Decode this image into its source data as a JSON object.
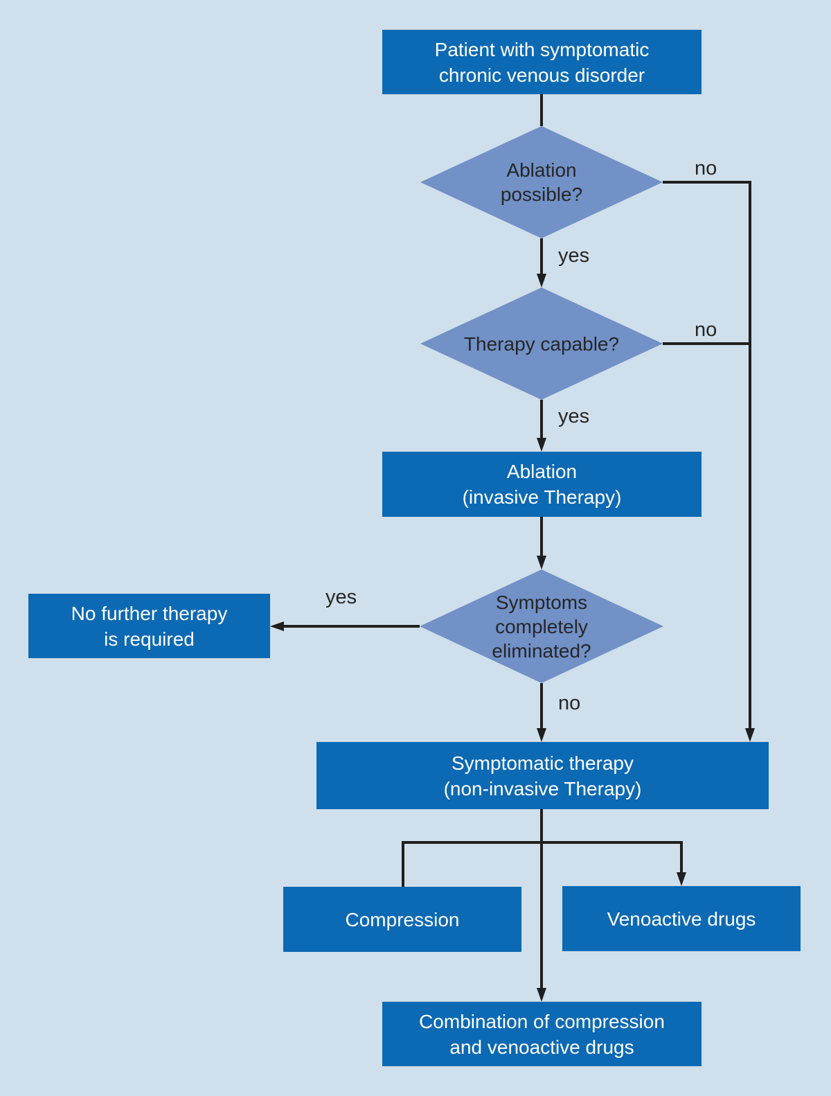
{
  "colors": {
    "background": "#cfdfeb",
    "box_fill": "#0c69b3",
    "box_text": "#ffffff",
    "diamond_fill": "#7191c7",
    "diamond_text": "#262626",
    "line": "#1f1f1f"
  },
  "nodes": {
    "patient": {
      "lines": [
        "Patient with symptomatic",
        "chronic venous disorder"
      ]
    },
    "ablation_possible": {
      "lines": [
        "Ablation",
        "possible?"
      ]
    },
    "therapy_capable": {
      "lines": [
        "Therapy capable?"
      ]
    },
    "ablation": {
      "lines": [
        "Ablation",
        "(invasive Therapy)"
      ]
    },
    "symptoms_eliminated": {
      "lines": [
        "Symptoms",
        "completely",
        "eliminated?"
      ]
    },
    "no_further_therapy": {
      "lines": [
        "No further therapy",
        "is required"
      ]
    },
    "symptomatic_therapy": {
      "lines": [
        "Symptomatic therapy",
        "(non-invasive Therapy)"
      ]
    },
    "compression": {
      "lines": [
        "Compression"
      ]
    },
    "venoactive_drugs": {
      "lines": [
        "Venoactive drugs"
      ]
    },
    "combination": {
      "lines": [
        "Combination of compression",
        "and venoactive drugs"
      ]
    }
  },
  "edge_labels": {
    "ablation_possible_no": "no",
    "ablation_possible_yes": "yes",
    "therapy_capable_no": "no",
    "therapy_capable_yes": "yes",
    "symptoms_eliminated_yes": "yes",
    "symptoms_eliminated_no": "no"
  }
}
